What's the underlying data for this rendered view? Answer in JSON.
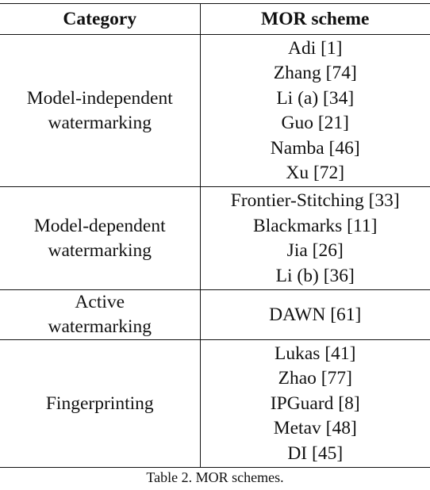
{
  "table": {
    "headers": {
      "category": "Category",
      "scheme": "MOR scheme"
    },
    "groups": [
      {
        "category_lines": [
          "Model-independent",
          "watermarking"
        ],
        "schemes": [
          "Adi [1]",
          "Zhang [74]",
          "Li (a) [34]",
          "Guo [21]",
          "Namba [46]",
          "Xu [72]"
        ]
      },
      {
        "category_lines": [
          "Model-dependent",
          "watermarking"
        ],
        "schemes": [
          "Frontier-Stitching [33]",
          "Blackmarks [11]",
          "Jia [26]",
          "Li (b) [36]"
        ]
      },
      {
        "category_lines": [
          "Active",
          "watermarking"
        ],
        "schemes": [
          "DAWN [61]"
        ]
      },
      {
        "category_lines": [
          "Fingerprinting"
        ],
        "schemes": [
          "Lukas [41]",
          "Zhao [77]",
          "IPGuard [8]",
          "Metav [48]",
          "DI [45]"
        ]
      }
    ]
  },
  "caption": "Table 2. MOR schemes."
}
